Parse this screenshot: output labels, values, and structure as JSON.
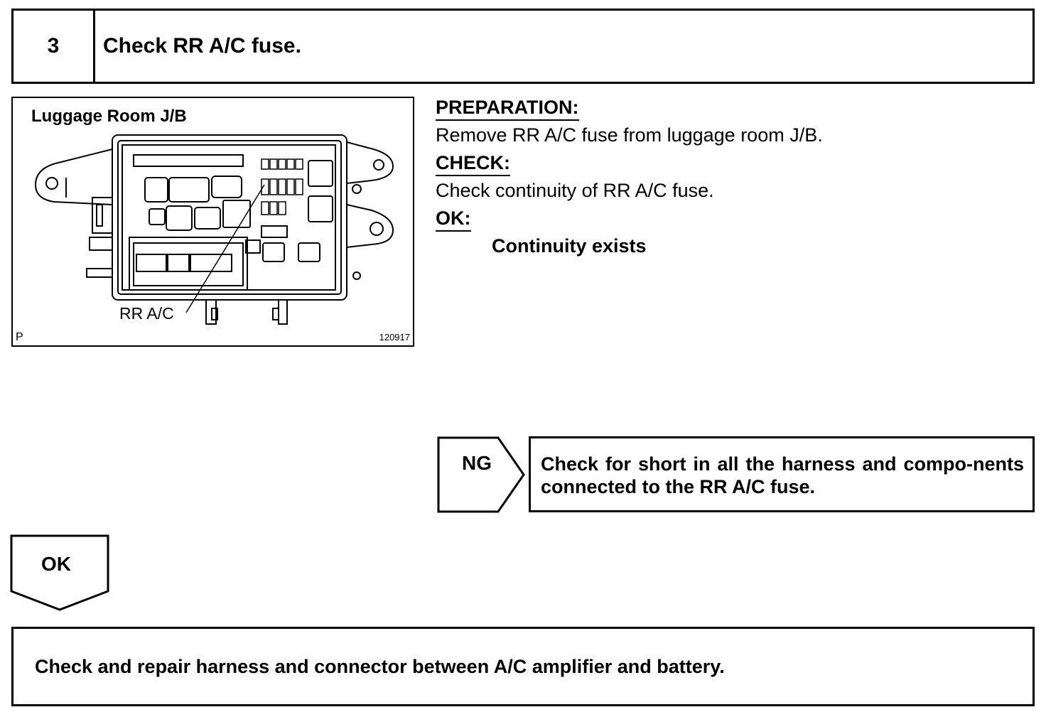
{
  "step": {
    "number": "3",
    "title": "Check RR A/C fuse."
  },
  "figure": {
    "title": "Luggage Room J/B",
    "fuse_label": "RR A/C",
    "code": "120917",
    "corner_letter": "P"
  },
  "instructions": {
    "preparation_heading": "PREPARATION:",
    "preparation_text": "Remove RR A/C fuse from luggage room J/B.",
    "check_heading": "CHECK:",
    "check_text": "Check continuity of RR A/C fuse.",
    "ok_heading": "OK:",
    "ok_text": "Continuity exists"
  },
  "ng_branch": {
    "label": "NG",
    "action": "Check for short in all the harness and compo-nents connected to the RR A/C fuse."
  },
  "ok_branch": {
    "label": "OK",
    "action": "Check and repair harness and connector between A/C amplifier and battery."
  }
}
